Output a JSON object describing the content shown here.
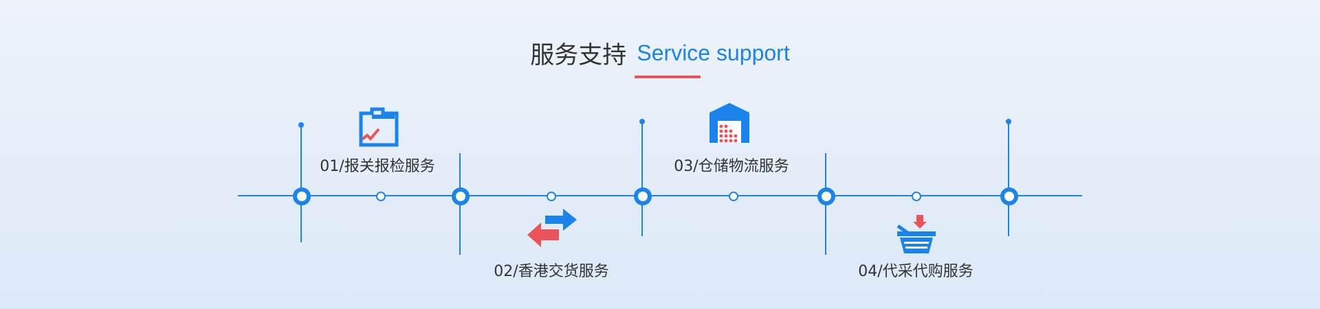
{
  "header": {
    "title_cn": "服务支持",
    "title_en": "Service support"
  },
  "colors": {
    "primary": "#1a84ec",
    "accent": "#e9545a",
    "text": "#333333"
  },
  "services": [
    {
      "label": "01/报关报检服务",
      "icon": "clipboard-check-icon"
    },
    {
      "label": "02/香港交货服务",
      "icon": "exchange-arrows-icon"
    },
    {
      "label": "03/仓储物流服务",
      "icon": "warehouse-icon"
    },
    {
      "label": "04/代采代购服务",
      "icon": "shopping-basket-icon"
    }
  ]
}
